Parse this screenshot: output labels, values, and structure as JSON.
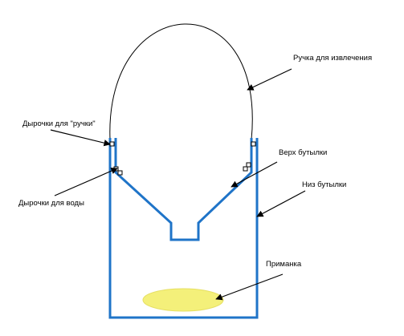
{
  "diagram": {
    "labels": {
      "handle": "Ручка для извлечения",
      "handle_holes": "Дырочки для \"ручки\"",
      "water_holes": "Дырочки для воды",
      "bottle_top": "Верх бутылки",
      "bottle_bottom": "Низ бутылки",
      "bait": "Приманка"
    },
    "colors": {
      "bottle": "#1f74c8",
      "handle": "#000000",
      "arrow": "#000000",
      "bait_fill": "#f4f07a",
      "bait_stroke": "#e6df63"
    }
  }
}
